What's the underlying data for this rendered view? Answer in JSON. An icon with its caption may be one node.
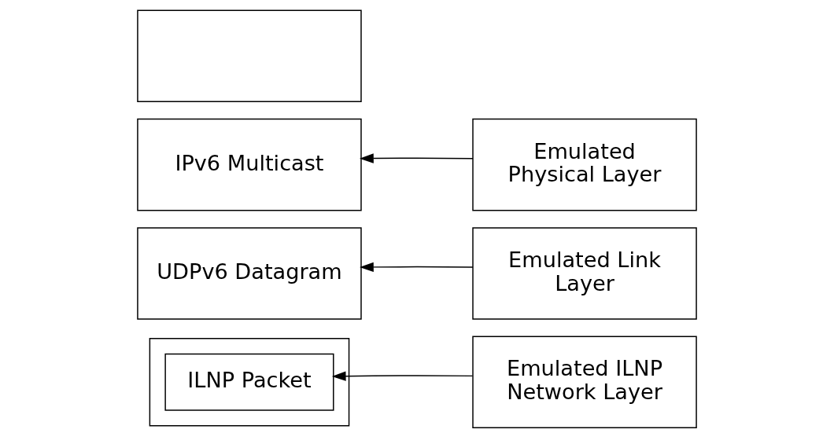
{
  "diagram": {
    "nodes": [
      {
        "text": [],
        "shape": "box"
      },
      {
        "text": [
          "ILNP Packet"
        ],
        "in": 0
      },
      {
        "text": [
          "UDPv6 Datagram"
        ]
      },
      {
        "text": [
          "IPv6 Multicast"
        ]
      },
      {
        "text": [],
        "shape": "box"
      },
      {
        "text": [
          "Emulated ILNP Network Layer"
        ]
      },
      {
        "text": [
          "Emulated Link Layer"
        ]
      },
      {
        "text": [
          "Emulated Physical Layer"
        ]
      }
    ],
    "edges": [
      {
        "from": 5,
        "to": 1,
        "arrow": "to"
      },
      {
        "from": 6,
        "to": 2,
        "arrow": "to"
      },
      {
        "from": 7,
        "to": 3,
        "arrow": "to"
      }
    ]
  }
}
